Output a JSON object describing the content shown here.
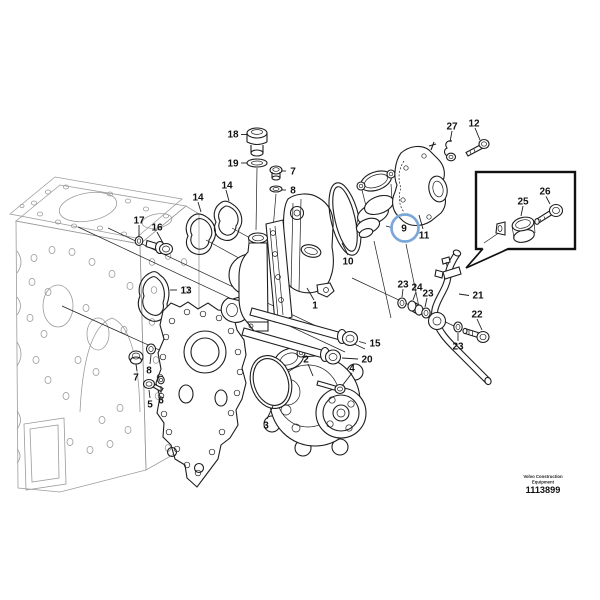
{
  "diagram": {
    "type": "exploded-parts-diagram",
    "subject": "water-pump-thermostat-assembly",
    "colors": {
      "highlight": "#7ba7d8",
      "part_line": "#1e1e1e",
      "engine_block_line": "#9b9b9b",
      "background": "#ffffff"
    },
    "highlight": {
      "applies_to_callout": "9",
      "shape": "circle"
    },
    "callouts": {
      "n1": "1",
      "n2": "2",
      "n3": "3",
      "n4": "4",
      "n5": "5",
      "n6": "6",
      "n7_top": "7",
      "n8_top": "8",
      "n7_bottom": "7",
      "n8_bottom": "8",
      "n9": "9",
      "n10": "10",
      "n11": "11",
      "n12": "12",
      "n13": "13",
      "n14_left": "14",
      "n14_right": "14",
      "n15": "15",
      "n16": "16",
      "n17": "17",
      "n18": "18",
      "n19": "19",
      "n20": "20",
      "n21": "21",
      "n22": "22",
      "n23_a": "23",
      "n23_b": "23",
      "n23_c": "23",
      "n24": "24",
      "n25": "25",
      "n26": "26",
      "n27": "27"
    },
    "inset": {
      "contains": [
        "25",
        "26"
      ]
    },
    "footer": {
      "brand_line1": "Volvo Construction",
      "brand_line2": "Equipment",
      "document_number": "1113899"
    }
  }
}
